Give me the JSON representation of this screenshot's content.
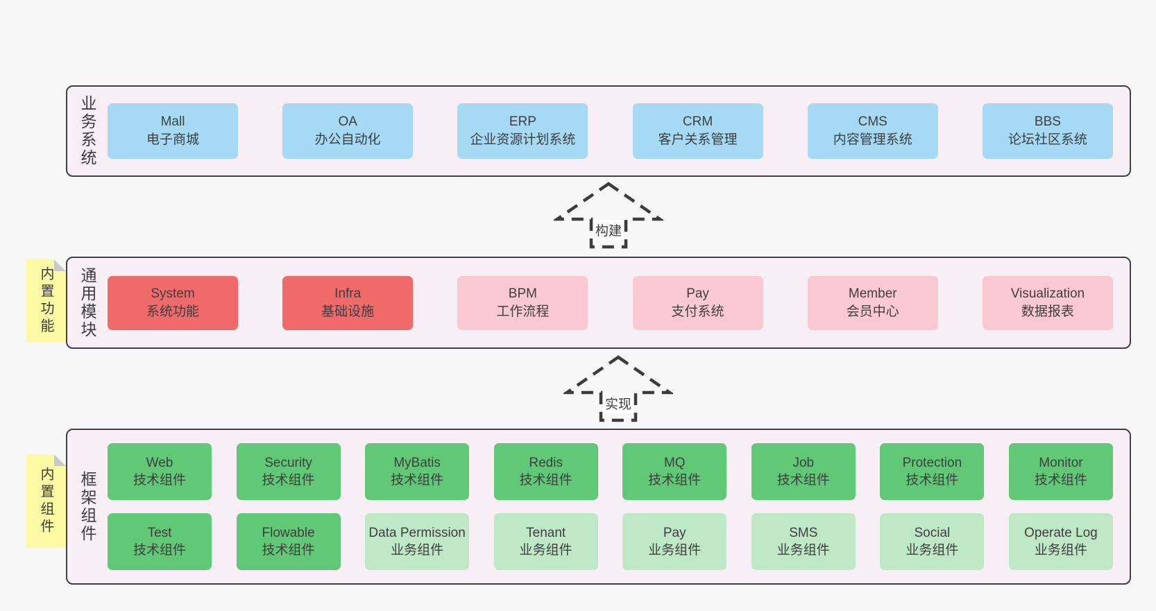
{
  "colors": {
    "background": "#f7f7f7",
    "layer_fill": "#f8eef6",
    "layer_border": "#3f3f3f",
    "business_system_box": "#a6daf4",
    "core_module_box": "#ef6b6b",
    "module_box": "#fac9d3",
    "tech_component_box": "#61c877",
    "biz_component_box": "#bfe9c6",
    "sticky_note": "#fbf9a4",
    "note_fold": "#c9c9c9",
    "text": "#3d3d3d"
  },
  "layers": [
    {
      "label": "业务系统",
      "rows": [
        [
          {
            "name": "Mall",
            "desc": "电子商城"
          },
          {
            "name": "OA",
            "desc": "办公自动化"
          },
          {
            "name": "ERP",
            "desc": "企业资源计划系统"
          },
          {
            "name": "CRM",
            "desc": "客户关系管理"
          },
          {
            "name": "CMS",
            "desc": "内容管理系统"
          },
          {
            "name": "BBS",
            "desc": "论坛社区系统"
          }
        ]
      ]
    },
    {
      "label": "通用模块",
      "note": "内置功能",
      "rows": [
        [
          {
            "name": "System",
            "desc": "系统功能"
          },
          {
            "name": "Infra",
            "desc": "基础设施"
          },
          {
            "name": "BPM",
            "desc": "工作流程"
          },
          {
            "name": "Pay",
            "desc": "支付系统"
          },
          {
            "name": "Member",
            "desc": "会员中心"
          },
          {
            "name": "Visualization",
            "desc": "数据报表"
          }
        ]
      ]
    },
    {
      "label": "框架组件",
      "note": "内置组件",
      "rows": [
        [
          {
            "name": "Web",
            "desc": "技术组件"
          },
          {
            "name": "Security",
            "desc": "技术组件"
          },
          {
            "name": "MyBatis",
            "desc": "技术组件"
          },
          {
            "name": "Redis",
            "desc": "技术组件"
          },
          {
            "name": "MQ",
            "desc": "技术组件"
          },
          {
            "name": "Job",
            "desc": "技术组件"
          },
          {
            "name": "Protection",
            "desc": "技术组件"
          },
          {
            "name": "Monitor",
            "desc": "技术组件"
          }
        ],
        [
          {
            "name": "Test",
            "desc": "技术组件"
          },
          {
            "name": "Flowable",
            "desc": "技术组件"
          },
          {
            "name": "Data Permission",
            "desc": "业务组件"
          },
          {
            "name": "Tenant",
            "desc": "业务组件"
          },
          {
            "name": "Pay",
            "desc": "业务组件"
          },
          {
            "name": "SMS",
            "desc": "业务组件"
          },
          {
            "name": "Social",
            "desc": "业务组件"
          },
          {
            "name": "Operate Log",
            "desc": "业务组件"
          }
        ]
      ]
    }
  ],
  "arrows": [
    {
      "label": "构建"
    },
    {
      "label": "实现"
    }
  ]
}
